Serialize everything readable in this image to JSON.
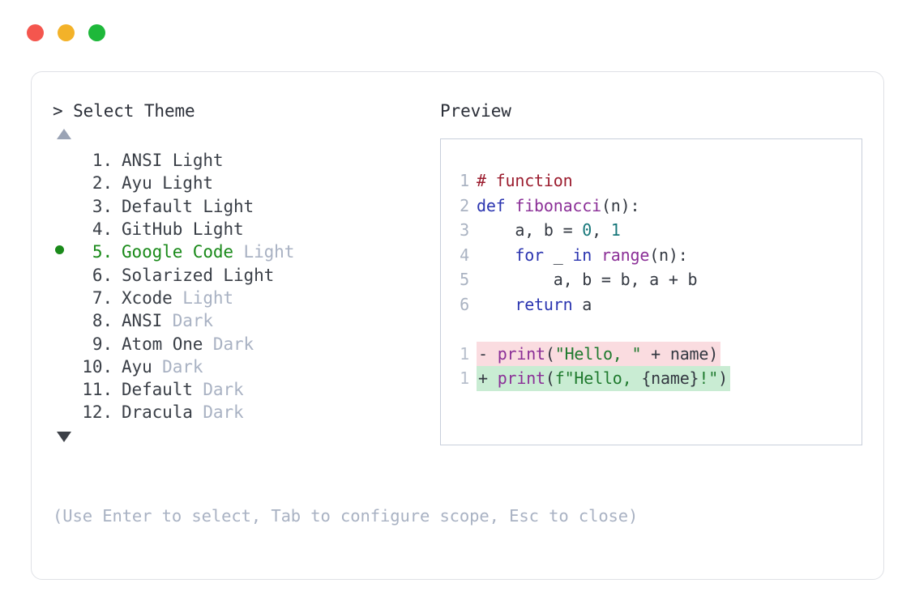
{
  "window": {
    "traffic_lights": [
      {
        "name": "close",
        "color": "#f4564e"
      },
      {
        "name": "minimize",
        "color": "#f3b229"
      },
      {
        "name": "maximize",
        "color": "#1eb83a"
      }
    ]
  },
  "selector": {
    "prompt": "> Select Theme",
    "scroll_up_icon": "triangle-up",
    "scroll_down_icon": "triangle-down",
    "selected_index": 5,
    "items": [
      {
        "number": "1.",
        "name": "ANSI",
        "suffix": "Light",
        "suffix_muted": false,
        "selected": false
      },
      {
        "number": "2.",
        "name": "Ayu",
        "suffix": "Light",
        "suffix_muted": false,
        "selected": false
      },
      {
        "number": "3.",
        "name": "Default",
        "suffix": "Light",
        "suffix_muted": false,
        "selected": false
      },
      {
        "number": "4.",
        "name": "GitHub",
        "suffix": "Light",
        "suffix_muted": false,
        "selected": false
      },
      {
        "number": "5.",
        "name": "Google Code",
        "suffix": "Light",
        "suffix_muted": true,
        "selected": true
      },
      {
        "number": "6.",
        "name": "Solarized",
        "suffix": "Light",
        "suffix_muted": false,
        "selected": false
      },
      {
        "number": "7.",
        "name": "Xcode",
        "suffix": "Light",
        "suffix_muted": true,
        "selected": false
      },
      {
        "number": "8.",
        "name": "ANSI",
        "suffix": "Dark",
        "suffix_muted": true,
        "selected": false
      },
      {
        "number": "9.",
        "name": "Atom One",
        "suffix": "Dark",
        "suffix_muted": true,
        "selected": false
      },
      {
        "number": "10.",
        "name": "Ayu",
        "suffix": "Dark",
        "suffix_muted": true,
        "selected": false
      },
      {
        "number": "11.",
        "name": "Default",
        "suffix": "Dark",
        "suffix_muted": true,
        "selected": false
      },
      {
        "number": "12.",
        "name": "Dracula",
        "suffix": "Dark",
        "suffix_muted": true,
        "selected": false
      }
    ]
  },
  "preview": {
    "label": "Preview",
    "code_lines": [
      {
        "ln": "1",
        "tokens": [
          {
            "t": "# function",
            "c": "comment"
          }
        ]
      },
      {
        "ln": "2",
        "tokens": [
          {
            "t": "def ",
            "c": "kw"
          },
          {
            "t": "fibonacci",
            "c": "fn"
          },
          {
            "t": "(n):",
            "c": "plain"
          }
        ]
      },
      {
        "ln": "3",
        "tokens": [
          {
            "t": "    a, b = ",
            "c": "plain"
          },
          {
            "t": "0",
            "c": "num"
          },
          {
            "t": ", ",
            "c": "plain"
          },
          {
            "t": "1",
            "c": "num"
          }
        ]
      },
      {
        "ln": "4",
        "tokens": [
          {
            "t": "    ",
            "c": "plain"
          },
          {
            "t": "for",
            "c": "kw"
          },
          {
            "t": " _ ",
            "c": "plain"
          },
          {
            "t": "in",
            "c": "kw"
          },
          {
            "t": " ",
            "c": "plain"
          },
          {
            "t": "range",
            "c": "fn"
          },
          {
            "t": "(n):",
            "c": "plain"
          }
        ]
      },
      {
        "ln": "5",
        "tokens": [
          {
            "t": "        a, b = b, a + b",
            "c": "plain"
          }
        ]
      },
      {
        "ln": "6",
        "tokens": [
          {
            "t": "    ",
            "c": "plain"
          },
          {
            "t": "return",
            "c": "kw"
          },
          {
            "t": " a",
            "c": "plain"
          }
        ]
      }
    ],
    "diff_lines": [
      {
        "ln": "1",
        "kind": "del",
        "mark": "-",
        "tokens": [
          {
            "t": "print",
            "c": "fn"
          },
          {
            "t": "(",
            "c": "plain"
          },
          {
            "t": "\"Hello, \"",
            "c": "str"
          },
          {
            "t": " + name)",
            "c": "plain"
          }
        ]
      },
      {
        "ln": "1",
        "kind": "add",
        "mark": "+",
        "tokens": [
          {
            "t": "print",
            "c": "fn"
          },
          {
            "t": "(",
            "c": "plain"
          },
          {
            "t": "f\"Hello, ",
            "c": "str"
          },
          {
            "t": "{name}",
            "c": "plain"
          },
          {
            "t": "!\"",
            "c": "str"
          },
          {
            "t": ")",
            "c": "plain"
          }
        ]
      }
    ]
  },
  "hint": "(Use Enter to select, Tab to configure scope, Esc to close)",
  "colors": {
    "selected_green": "#1a8a1a",
    "muted_text": "#a9b2c3",
    "body_text": "#3a3f47",
    "card_border": "#dfe1e6",
    "panel_border": "#c8cfdb",
    "diff_del_bg": "#fadce0",
    "diff_add_bg": "#c9ecd3",
    "syntax_comment": "#9b1c2e",
    "syntax_keyword": "#2b35b0",
    "syntax_function": "#8b2f97",
    "syntax_number": "#17777a",
    "syntax_string": "#1f7a2e"
  }
}
